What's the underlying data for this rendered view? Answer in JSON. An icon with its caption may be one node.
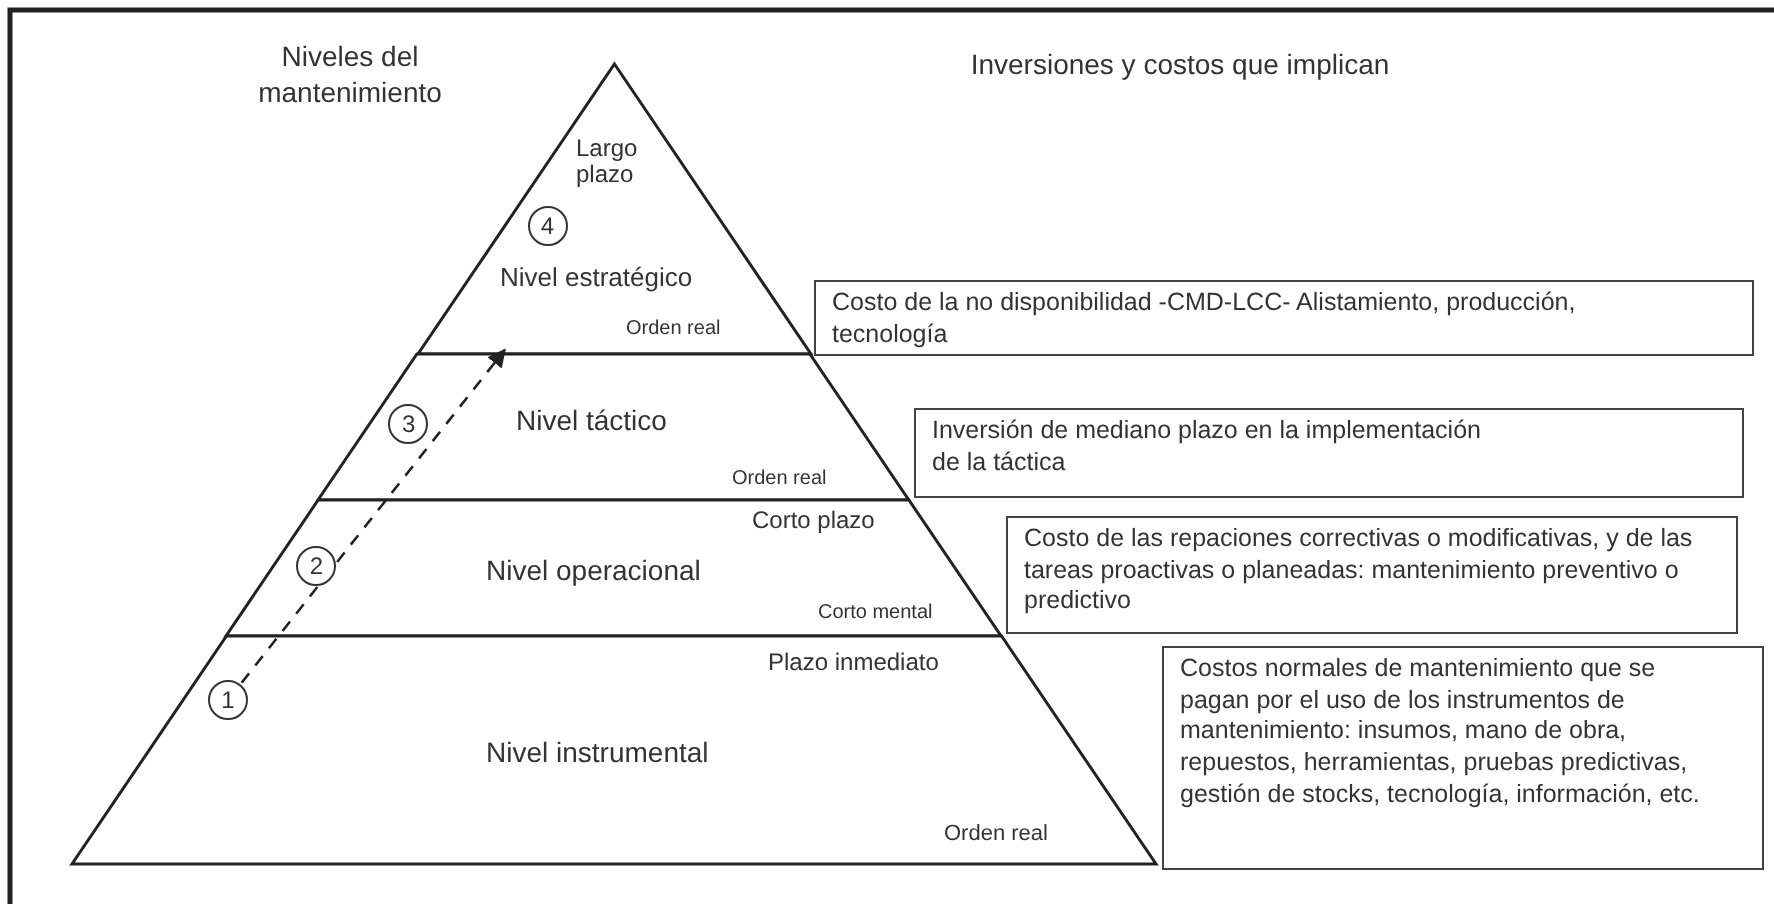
{
  "diagram": {
    "nodes": [
      {
        "text": [
          "Largo plazo",
          "Nivel estratégico",
          "Orden real"
        ]
      },
      {
        "text": [
          "Nivel táctico",
          "Orden real"
        ]
      },
      {
        "text": [
          "Corto plazo",
          "Nivel operacional",
          "Corto mental"
        ]
      },
      {
        "text": [
          "Plazo inmediato",
          "Nivel instrumental",
          "Orden real"
        ]
      },
      {
        "text": [
          "4"
        ],
        "in": 0
      },
      {
        "text": [
          "3"
        ],
        "in": 1
      },
      {
        "text": [
          "2"
        ],
        "in": 2
      },
      {
        "text": [
          "1"
        ],
        "in": 3
      },
      {
        "text": [
          "Costo de la no disponibilidad -CMD-LCC- Alistamiento, producción, tecnología"
        ]
      },
      {
        "text": [
          "Inversión de mediano plazo en la implementación de la táctica"
        ]
      },
      {
        "text": [
          "Costo de las repaciones correctivas o modificativas, y de las tareas proactivas o planeadas: mantenimiento preventivo o predictivo"
        ]
      },
      {
        "text": [
          "Costos normales de mantenimiento que se pagan por el uso de los instrumentos de mantenimiento: insumos, mano de obra, repuestos, herramientas, pruebas predictivas, gestión de stocks, tecnología, información, etc."
        ]
      }
    ],
    "edges": [
      {
        "from": 7,
        "to": 0,
        "arrow": "to",
        "style": "dashed"
      }
    ],
    "labels": [
      "Niveles del mantenimiento",
      "Inversiones y costos que implican"
    ]
  }
}
